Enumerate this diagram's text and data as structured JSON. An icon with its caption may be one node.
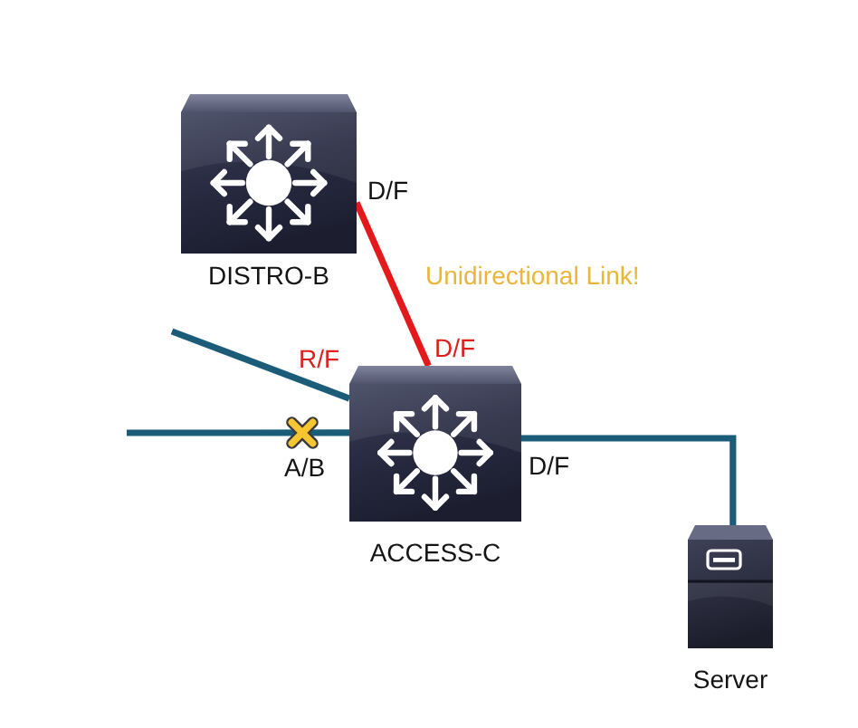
{
  "diagram": {
    "nodes": [
      {
        "text": [
          "DISTRO-B"
        ]
      },
      {
        "text": [
          "ACCESS-C"
        ]
      },
      {
        "text": [
          "Server"
        ]
      }
    ],
    "edges": [
      {
        "from": 0,
        "to": 1,
        "arrow": "none",
        "color": "#e3191c"
      },
      {
        "from": null,
        "to": 1,
        "arrow": "none"
      },
      {
        "from": null,
        "to": 1,
        "arrow": "none"
      },
      {
        "from": 1,
        "to": 2,
        "arrow": "none"
      }
    ],
    "labels": [
      "D/F",
      "Unidirectional Link!",
      "D/F",
      "R/F",
      "A/B",
      "D/F"
    ]
  }
}
